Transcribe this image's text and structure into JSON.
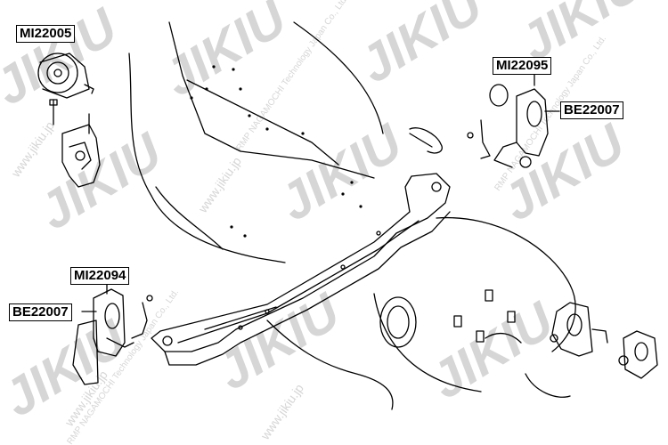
{
  "callouts": {
    "mi22005": "MI22005",
    "mi22095": "MI22095",
    "be22007_right": "BE22007",
    "mi22094": "MI22094",
    "be22007_left": "BE22007"
  },
  "watermark": {
    "brand": "JIKIU",
    "tagline": "RMP NAGAMOCHI Technology Japan Co., Ltd.",
    "url": "www.jikiu.jp"
  },
  "colors": {
    "line": "#000000",
    "watermark": "#d4d4d4",
    "background": "#ffffff"
  }
}
